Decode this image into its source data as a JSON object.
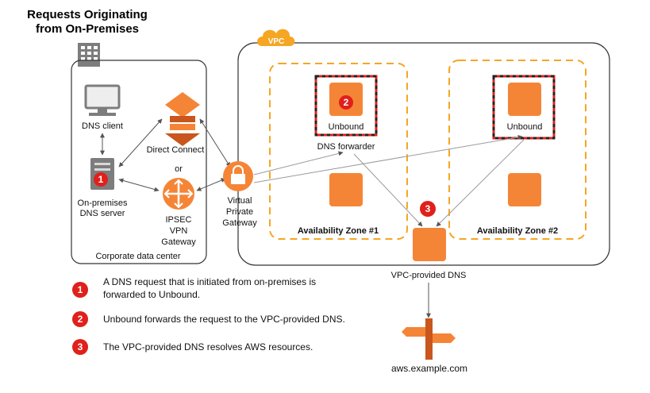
{
  "title": {
    "line1": "Requests Originating",
    "line2": "from On-Premises"
  },
  "corporate": {
    "label": "Corporate data center",
    "dns_client": "DNS client",
    "server_line1": "On-premises",
    "server_line2": "DNS server",
    "direct_connect": "Direct Connect",
    "or": "or",
    "vpn_line1": "IPSEC",
    "vpn_line2": "VPN",
    "vpn_line3": "Gateway"
  },
  "vgw": {
    "line1": "Virtual",
    "line2": "Private",
    "line3": "Gateway"
  },
  "vpc": {
    "label": "VPC",
    "az1": "Availability Zone #1",
    "az2": "Availability Zone #2",
    "unbound1": "Unbound",
    "forwarder": "DNS forwarder",
    "unbound2": "Unbound",
    "vpc_dns": "VPC-provided DNS"
  },
  "route53_label": "aws.example.com",
  "markers": [
    "1",
    "2",
    "3"
  ],
  "legend": {
    "item1_line1": "A DNS request that is initiated from on-premises is",
    "item1_line2": "forwarded to Unbound.",
    "item2": "Unbound forwards the request to the VPC-provided DNS.",
    "item3": "The VPC-provided DNS resolves AWS resources."
  },
  "colors": {
    "aws_orange": "#f58536",
    "marker_red": "#e0201b",
    "zone_dash": "#f5a623",
    "line_gray": "#9a9a9a",
    "building_gray": "#7d7d7d"
  }
}
